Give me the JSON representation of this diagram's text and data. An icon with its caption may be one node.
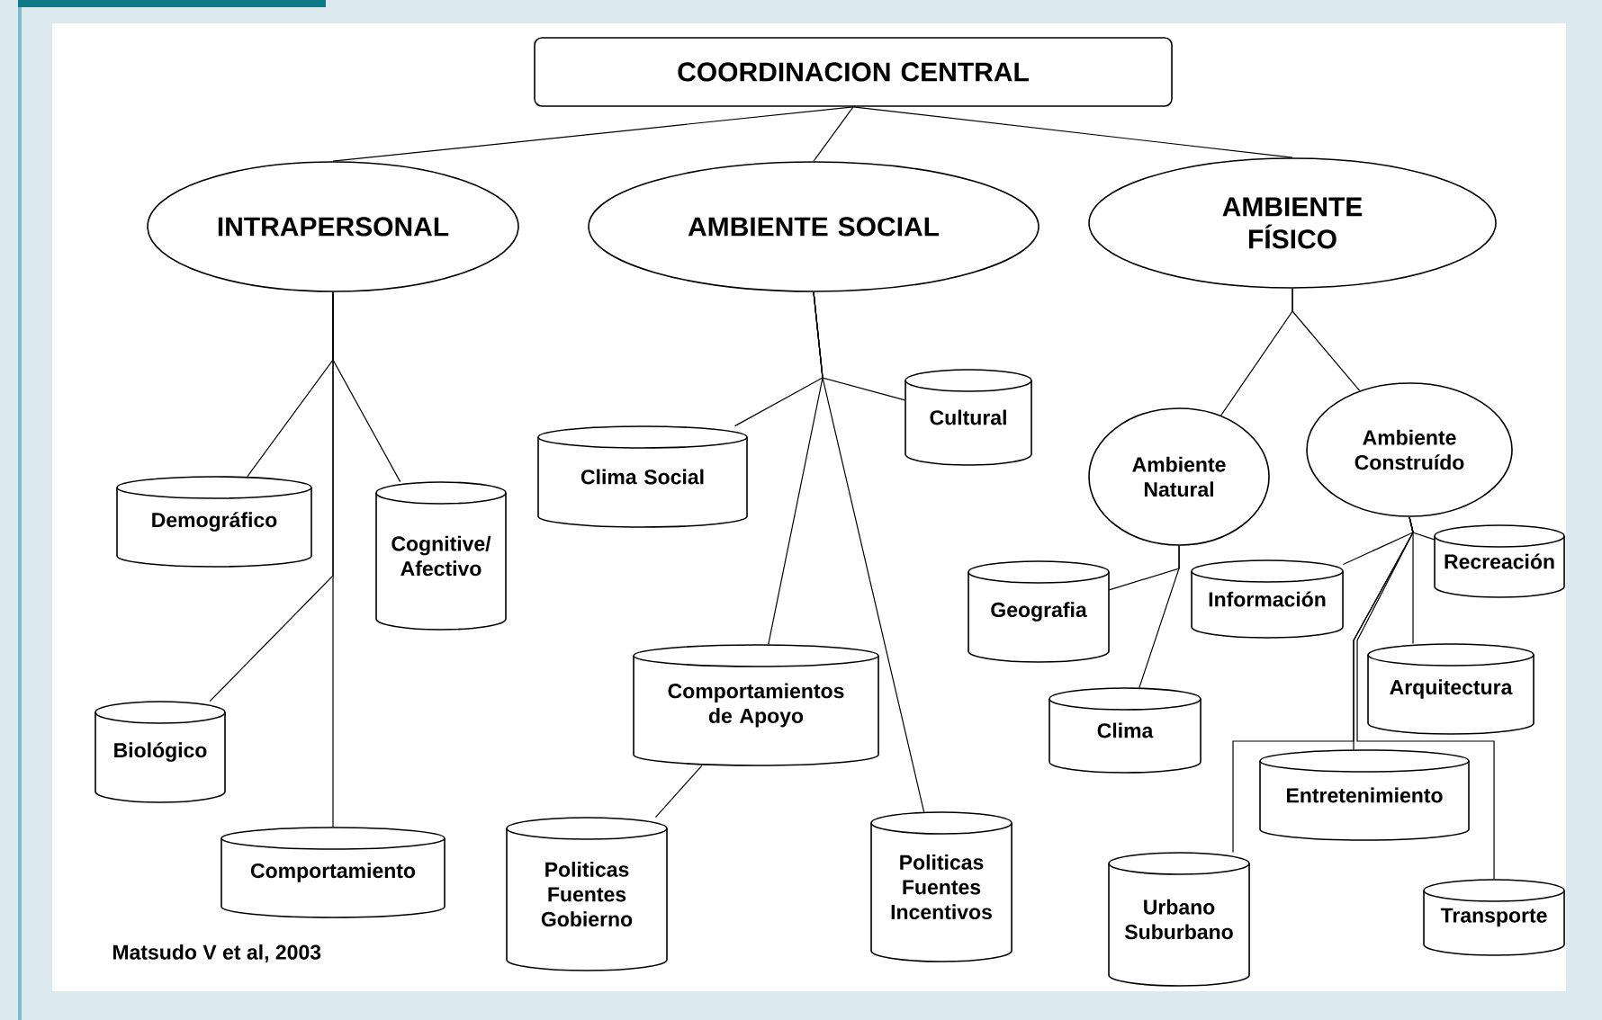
{
  "diagram": {
    "nodes": [
      {
        "text": [
          "COORDINACION CENTRAL"
        ]
      },
      {
        "text": [
          "INTRAPERSONAL"
        ]
      },
      {
        "text": [
          "AMBIENTE SOCIAL"
        ]
      },
      {
        "text": [
          "AMBIENTE FÍSICO"
        ]
      },
      {
        "text": [
          "Demográfico"
        ]
      },
      {
        "text": [
          "Cognitive/ Afectivo"
        ]
      },
      {
        "text": [
          "Biológico"
        ]
      },
      {
        "text": [
          "Comportamiento"
        ]
      },
      {
        "text": [
          "Clima Social"
        ]
      },
      {
        "text": [
          "Cultural"
        ]
      },
      {
        "text": [
          "Comportamientos de Apoyo"
        ]
      },
      {
        "text": [
          "Politicas Fuentes Gobierno"
        ]
      },
      {
        "text": [
          "Politicas Fuentes Incentivos"
        ]
      },
      {
        "text": [
          "Ambiente Natural"
        ]
      },
      {
        "text": [
          "Ambiente Construído"
        ]
      },
      {
        "text": [
          "Geografia"
        ]
      },
      {
        "text": [
          "Información"
        ]
      },
      {
        "text": [
          "Recreación"
        ]
      },
      {
        "text": [
          "Clima"
        ]
      },
      {
        "text": [
          "Arquitectura"
        ]
      },
      {
        "text": [
          "Entretenimiento"
        ]
      },
      {
        "text": [
          "Urbano Suburbano"
        ]
      },
      {
        "text": [
          "Transporte"
        ]
      }
    ],
    "edges": [
      {
        "from": 0,
        "to": 1,
        "arrow": "none"
      },
      {
        "from": 0,
        "to": 2,
        "arrow": "none"
      },
      {
        "from": 0,
        "to": 3,
        "arrow": "none"
      },
      {
        "from": 1,
        "to": 4,
        "arrow": "none"
      },
      {
        "from": 1,
        "to": 5,
        "arrow": "none"
      },
      {
        "from": 1,
        "to": 6,
        "arrow": "none"
      },
      {
        "from": 1,
        "to": 7,
        "arrow": "none"
      },
      {
        "from": 2,
        "to": 8,
        "arrow": "none"
      },
      {
        "from": 2,
        "to": 9,
        "arrow": "none"
      },
      {
        "from": 2,
        "to": 10,
        "arrow": "none"
      },
      {
        "from": 2,
        "to": 12,
        "arrow": "none"
      },
      {
        "from": 10,
        "to": 11,
        "arrow": "none"
      },
      {
        "from": 3,
        "to": 13,
        "arrow": "none"
      },
      {
        "from": 3,
        "to": 14,
        "arrow": "none"
      },
      {
        "from": 13,
        "to": 15,
        "arrow": "none"
      },
      {
        "from": 13,
        "to": 18,
        "arrow": "none"
      },
      {
        "from": 14,
        "to": 16,
        "arrow": "none"
      },
      {
        "from": 14,
        "to": 17,
        "arrow": "none"
      },
      {
        "from": 14,
        "to": 19,
        "arrow": "none"
      },
      {
        "from": 14,
        "to": 20,
        "arrow": "none"
      },
      {
        "from": 14,
        "to": 21,
        "arrow": "none"
      },
      {
        "from": 14,
        "to": 22,
        "arrow": "none"
      }
    ],
    "labels": [
      "Matsudo V et al, 2003"
    ]
  }
}
